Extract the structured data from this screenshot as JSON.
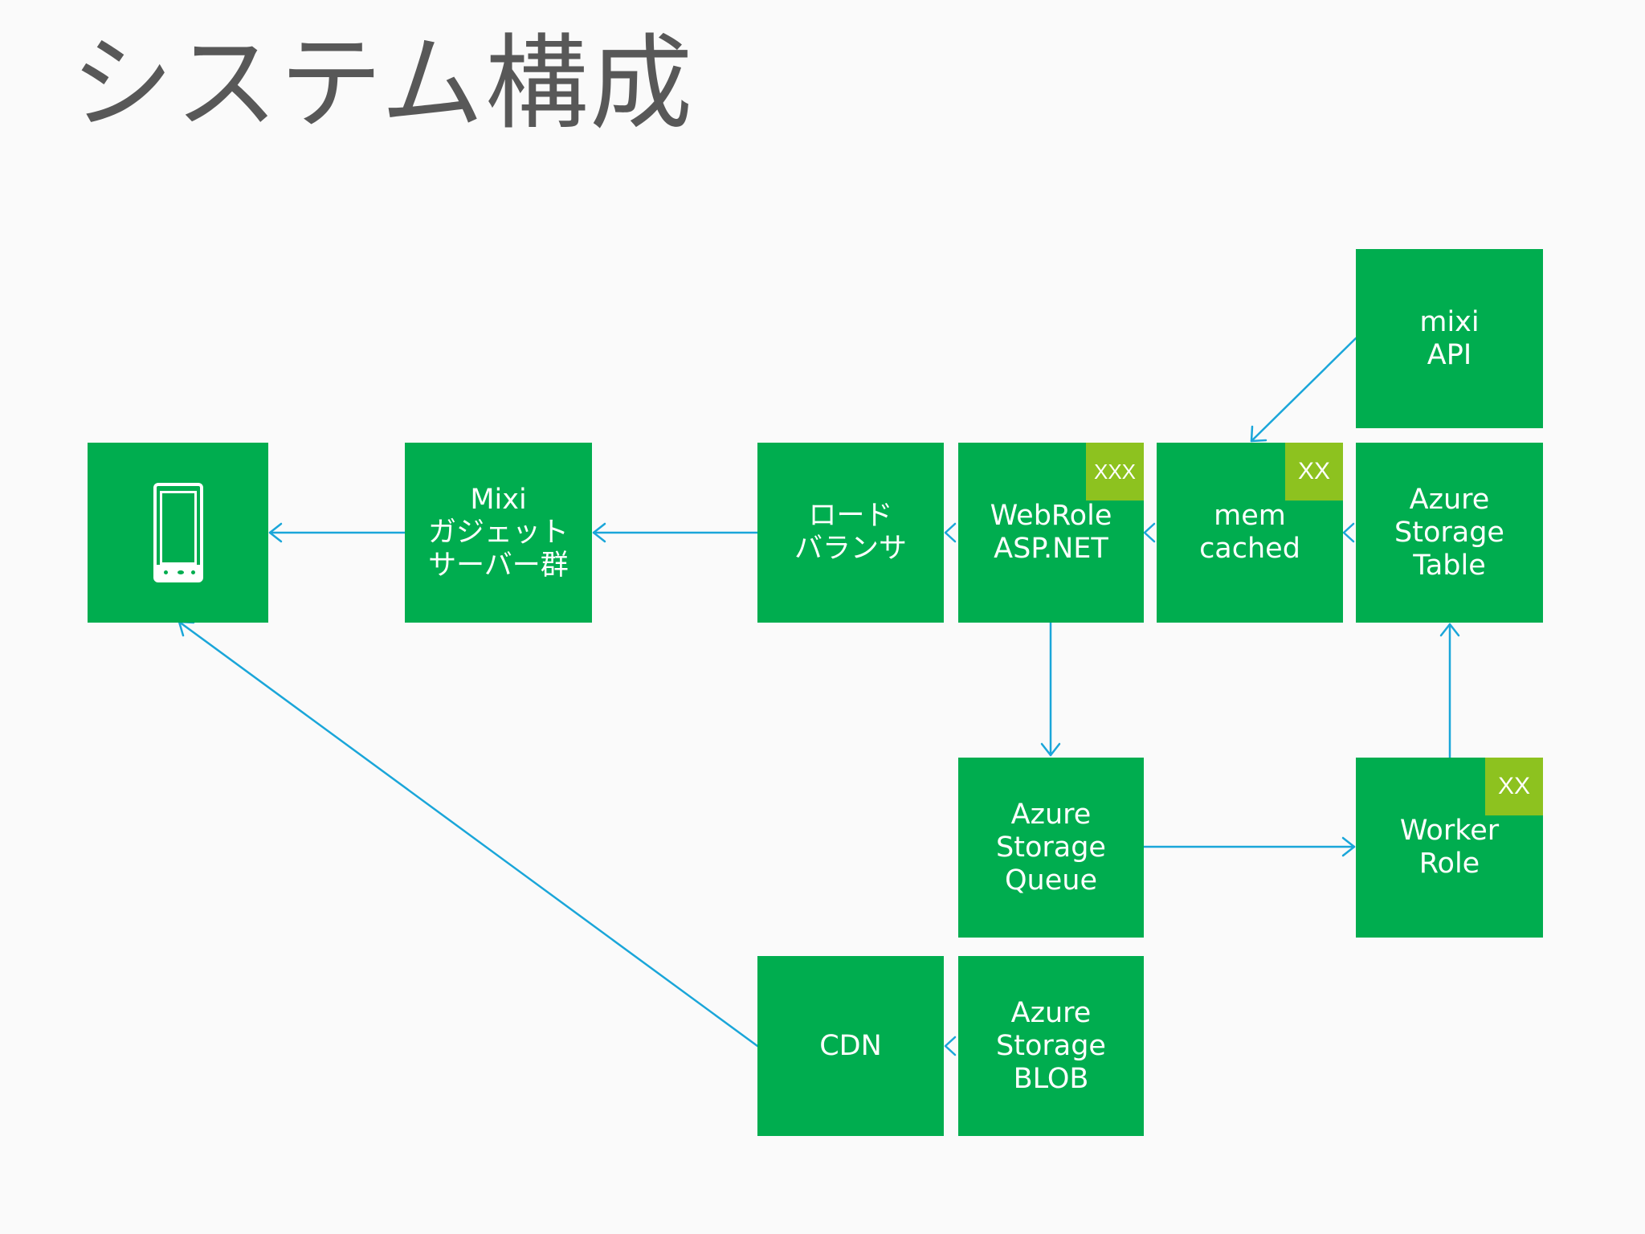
{
  "title": "システム構成",
  "colors": {
    "box": "#00ad4f",
    "badge": "#8dc21f",
    "arrow": "#1aa6d9",
    "title": "#585858"
  },
  "nodes": {
    "device": {
      "icon": "smartphone-icon"
    },
    "mixi_gadget": {
      "label": "Mixi\nガジェット\nサーバー群"
    },
    "load_balancer": {
      "label": "ロード\nバランサ"
    },
    "webrole": {
      "label": "WebRole\nASP.NET",
      "badge": "XXX"
    },
    "memcached": {
      "label": "mem\ncached",
      "badge": "XX"
    },
    "mixi_api": {
      "label": "mixi\nAPI"
    },
    "table": {
      "label": "Azure\nStorage\nTable"
    },
    "queue": {
      "label": "Azure\nStorage\nQueue"
    },
    "worker": {
      "label": "Worker\nRole",
      "badge": "XX"
    },
    "cdn": {
      "label": "CDN"
    },
    "blob": {
      "label": "Azure\nStorage\nBLOB"
    }
  }
}
